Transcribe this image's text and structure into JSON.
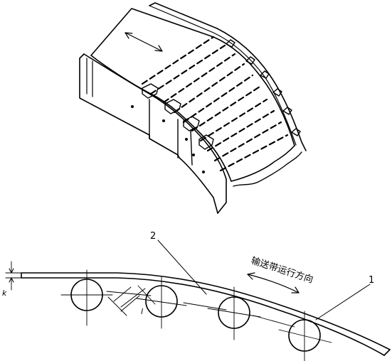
{
  "figure": {
    "callouts": {
      "one": "1",
      "two": "2"
    },
    "dimensions": {
      "spacing": "l",
      "offset": "k"
    },
    "direction_label": "输送带运行方向",
    "colors": {
      "ink": "#000000",
      "background": "#ffffff"
    }
  }
}
